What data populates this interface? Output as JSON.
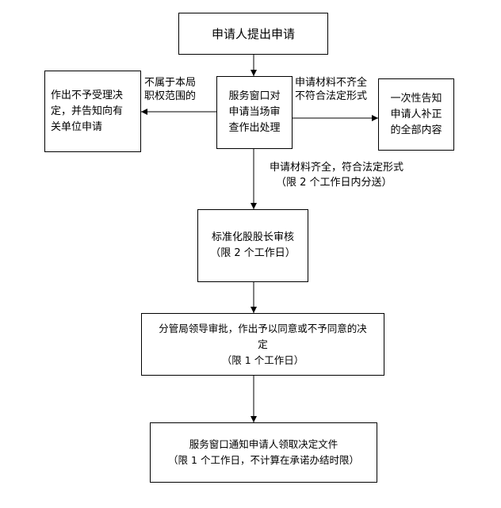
{
  "nodes": {
    "applicant_submits": "申请人提出申请",
    "service_window_review": [
      "服务窗口对",
      "申请当场审",
      "查作出处理"
    ],
    "reject_decision": [
      "作出不予受理决",
      "定，并告知向有",
      "关单位申请"
    ],
    "notify_correction": [
      "一次性告知",
      "申请人补正",
      "的全部内容"
    ],
    "standardization_chief_review": [
      "标准化股股长审核",
      "（限 2 个工作日）"
    ],
    "leader_approval": [
      "分管局领导审批，作出予以同意或不予同意的决",
      "定",
      "（限  1 个工作日）"
    ],
    "notify_pickup": [
      "服务窗口通知申请人领取决定文件",
      "（限  1 个工作日，不计算在承诺办结时限）"
    ]
  },
  "edge_labels": {
    "not_in_scope": [
      "不属于本局",
      "职权范围的"
    ],
    "materials_incomplete": [
      "申请材料不齐全",
      "不符合法定形式"
    ],
    "materials_complete": [
      "申请材料齐全，符合法定形式",
      "（限 2 个工作日内分送）"
    ]
  },
  "colors": {
    "line": "#000000",
    "box_fill": "#ffffff"
  }
}
